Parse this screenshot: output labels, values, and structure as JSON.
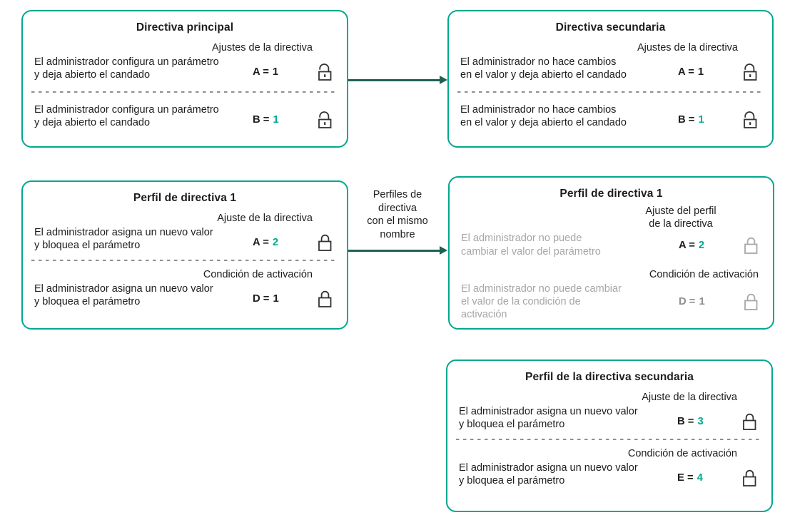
{
  "diagram": {
    "arrow_label": "Perfiles de\ndirectiva\ncon el mismo\nnombre",
    "colors": {
      "box_border": "#00a88e",
      "teal_value": "#00a88e",
      "arrow": "#1e6155",
      "muted_text": "#a6a6a6",
      "muted_value": "#8f8f8f",
      "text": "#1d1d1b"
    },
    "boxes": [
      {
        "title": "Directiva principal",
        "sections": [
          {
            "label": "Ajustes de la directiva",
            "text": "El administrador configura un parámetro\ny deja abierto el candado",
            "param": "A =",
            "value": "1",
            "param_color": "black",
            "value_color": "black",
            "lock": "open",
            "lock_color": "dark",
            "text_muted": false
          },
          {
            "text": "El administrador configura un parámetro\ny deja abierto el candado",
            "param": "B =",
            "value": "1",
            "param_color": "black",
            "value_color": "teal",
            "lock": "open",
            "lock_color": "dark",
            "text_muted": false
          }
        ]
      },
      {
        "title": "Directiva secundaria",
        "sections": [
          {
            "label": "Ajustes de la directiva",
            "text": "El administrador no hace cambios\nen el valor y deja abierto el candado",
            "param": "A =",
            "value": "1",
            "param_color": "black",
            "value_color": "black",
            "lock": "open",
            "lock_color": "dark",
            "text_muted": false
          },
          {
            "text": "El administrador no hace cambios\nen el valor y deja abierto el candado",
            "param": "B =",
            "value": "1",
            "param_color": "black",
            "value_color": "teal",
            "lock": "open",
            "lock_color": "dark",
            "text_muted": false
          }
        ]
      },
      {
        "title": "Perfil de directiva 1",
        "sections": [
          {
            "label": "Ajuste de la directiva",
            "text": "El administrador asigna un nuevo valor\ny bloquea el parámetro",
            "param": "A =",
            "value": "2",
            "param_color": "black",
            "value_color": "teal",
            "lock": "closed",
            "lock_color": "dark",
            "text_muted": false
          },
          {
            "label": "Condición de activación",
            "text": "El administrador asigna un nuevo valor\ny bloquea el parámetro",
            "param": "D =",
            "value": "1",
            "param_color": "black",
            "value_color": "black",
            "lock": "closed",
            "lock_color": "dark",
            "text_muted": false
          }
        ]
      },
      {
        "title": "Perfil de directiva 1",
        "sections": [
          {
            "label": "Ajuste del perfil\nde la directiva",
            "text": "El administrador no puede\ncambiar el valor del parámetro",
            "param": "A =",
            "value": "2",
            "param_color": "black",
            "value_color": "teal",
            "lock": "closed",
            "lock_color": "gray",
            "text_muted": true
          },
          {
            "label": "Condición de activación",
            "text": "El administrador no puede cambiar\nel valor de la condición de\nactivación",
            "param": "D =",
            "value": "1",
            "param_color": "gray",
            "value_color": "gray",
            "lock": "closed",
            "lock_color": "gray",
            "text_muted": true
          }
        ]
      },
      {
        "title": "Perfil de la directiva secundaria",
        "sections": [
          {
            "label": "Ajuste de la directiva",
            "text": "El administrador asigna un nuevo valor\ny bloquea el parámetro",
            "param": "B =",
            "value": "3",
            "param_color": "black",
            "value_color": "teal",
            "lock": "closed",
            "lock_color": "dark",
            "text_muted": false
          },
          {
            "label": "Condición de activación",
            "text": "El administrador asigna un nuevo valor\ny bloquea el parámetro",
            "param": "E =",
            "value": "4",
            "param_color": "black",
            "value_color": "teal",
            "lock": "closed",
            "lock_color": "dark",
            "text_muted": false
          }
        ]
      }
    ]
  }
}
